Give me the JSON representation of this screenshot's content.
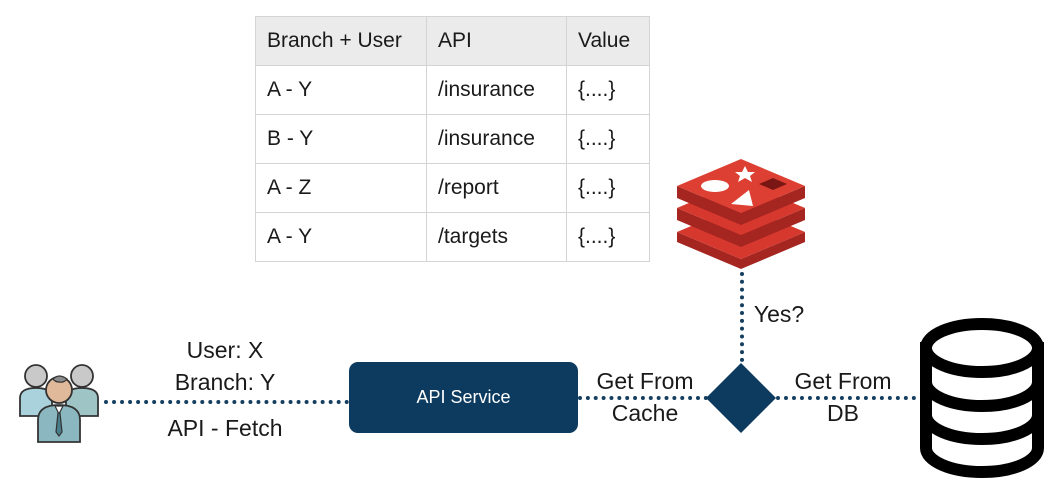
{
  "table": {
    "headers": [
      "Branch + User",
      "API",
      "Value"
    ],
    "rows": [
      [
        "A - Y",
        "/insurance",
        "{....}"
      ],
      [
        "B - Y",
        "/insurance",
        "{....}"
      ],
      [
        "A - Z",
        "/report",
        "{....}"
      ],
      [
        "A - Y",
        "/targets",
        "{....}"
      ]
    ]
  },
  "request": {
    "user": "User: X",
    "branch": "Branch: Y",
    "api": "API - Fetch"
  },
  "service": {
    "label": "API Service"
  },
  "cache_edge": {
    "line1": "Get From",
    "line2": "Cache"
  },
  "db_edge": {
    "line1": "Get From",
    "line2": "DB"
  },
  "decision": {
    "label": "Yes?"
  },
  "colors": {
    "service": "#0d3a5f",
    "redis": "#c7302b",
    "database": "#000000"
  },
  "icons": [
    "users-group-icon",
    "redis-icon",
    "database-icon"
  ]
}
